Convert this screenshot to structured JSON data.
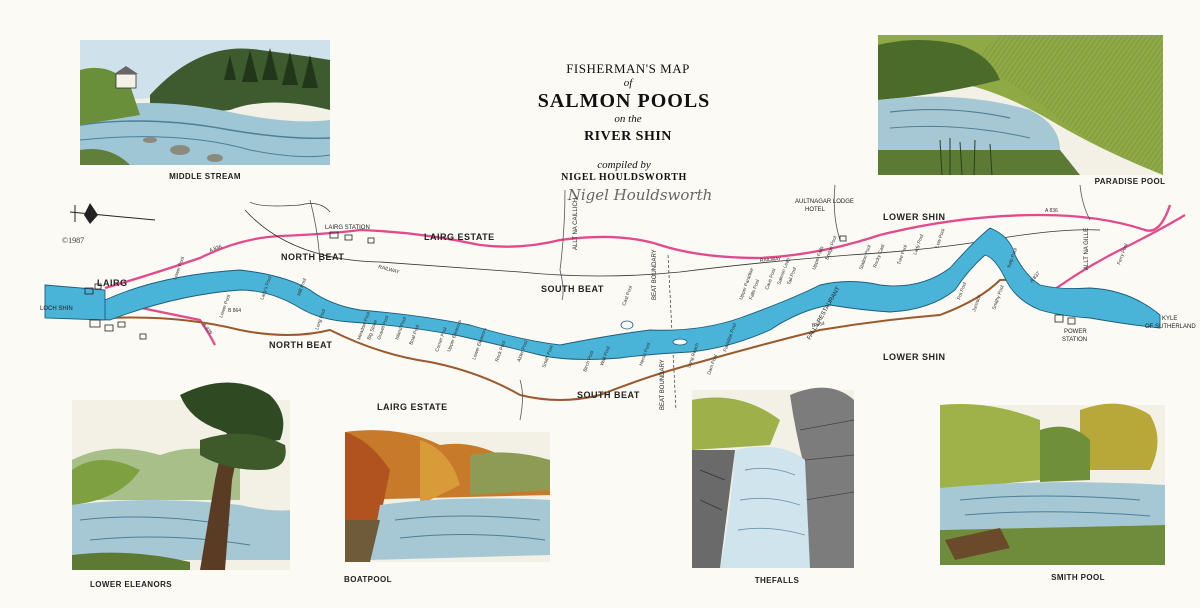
{
  "title": {
    "line1": "FISHERMAN'S MAP",
    "of": "of",
    "line2": "SALMON POOLS",
    "on_the": "on the",
    "line3": "RIVER SHIN",
    "compiled_by": "compiled by",
    "author": "NIGEL HOULDSWORTH",
    "signature": "Nigel Houldsworth"
  },
  "copyright": "©1987",
  "vignettes": {
    "middle_stream": "MIDDLE STREAM",
    "paradise_pool": "PARADISE POOL",
    "lower_eleanors": "LOWER ELEANORS",
    "boatpool": "BOATPOOL",
    "the_falls": "THEFALLS",
    "smith_pool": "SMITH POOL"
  },
  "places": {
    "lairg": "LAIRG",
    "loch_shin": "LOCH SHIN",
    "lairg_station": "LAIRG STATION",
    "lairg_estate_top": "LAIRG ESTATE",
    "lairg_estate_bottom": "LAIRG ESTATE",
    "north_beat_top": "NORTH BEAT",
    "north_beat_bottom": "NORTH BEAT",
    "south_beat_top": "SOUTH BEAT",
    "south_beat_bottom": "SOUTH BEAT",
    "lower_shin_top": "LOWER SHIN",
    "lower_shin_bottom": "LOWER SHIN",
    "aultnagar_1": "AULTNAGAR LODGE",
    "aultnagar_2": "HOTEL",
    "power_station_1": "POWER",
    "power_station_2": "STATION",
    "kyle_1": "KYLE",
    "kyle_2": "OF SUTHERLAND",
    "beat_boundary_1": "BEAT BOUNDARY",
    "beat_boundary_2": "BEAT BOUNDARY",
    "falls_restaurant": "FALLS RESTAURANT",
    "railway_1": "RAILWAY",
    "railway_2": "RAILWAY",
    "road_a836": "A 836",
    "road_a836_b": "A 836",
    "road_a839": "A 839",
    "road_b864": "B 864",
    "road_b864_b": "B 864",
    "road_a837": "A 837",
    "allt_1": "ALLT NA CAILLICH",
    "allt_2": "ALLT NA GILLE"
  },
  "pools": [
    "Lower Pool",
    "Lower Pool",
    "Lady's Pool",
    "Mill Pool",
    "Long Pool",
    "Meadow Pool",
    "Big Stone",
    "Gravel Pool",
    "Island Pool",
    "Boat Pool",
    "Corner Pool",
    "Upper Eleanors",
    "Lower Eleanors",
    "Rock Pool",
    "Alder Pool",
    "Smith Pool",
    "Birch Pool",
    "Wall Pool",
    "Cast Pool",
    "Heron Pool",
    "Long Reach",
    "Dam Pool",
    "Paradise Pool",
    "Upper Paradise",
    "Falls Pool",
    "Cave Pool",
    "Salmon Leap",
    "Tail Pool",
    "Upper Falls",
    "Bridge Pool",
    "Station Pool",
    "Rocky Cast",
    "Tree Pool",
    "Lady Pool",
    "Low Pool",
    "Pot Pool",
    "Junction",
    "Smithy Pool",
    "Kelp Pool",
    "Ferry Pool"
  ]
}
